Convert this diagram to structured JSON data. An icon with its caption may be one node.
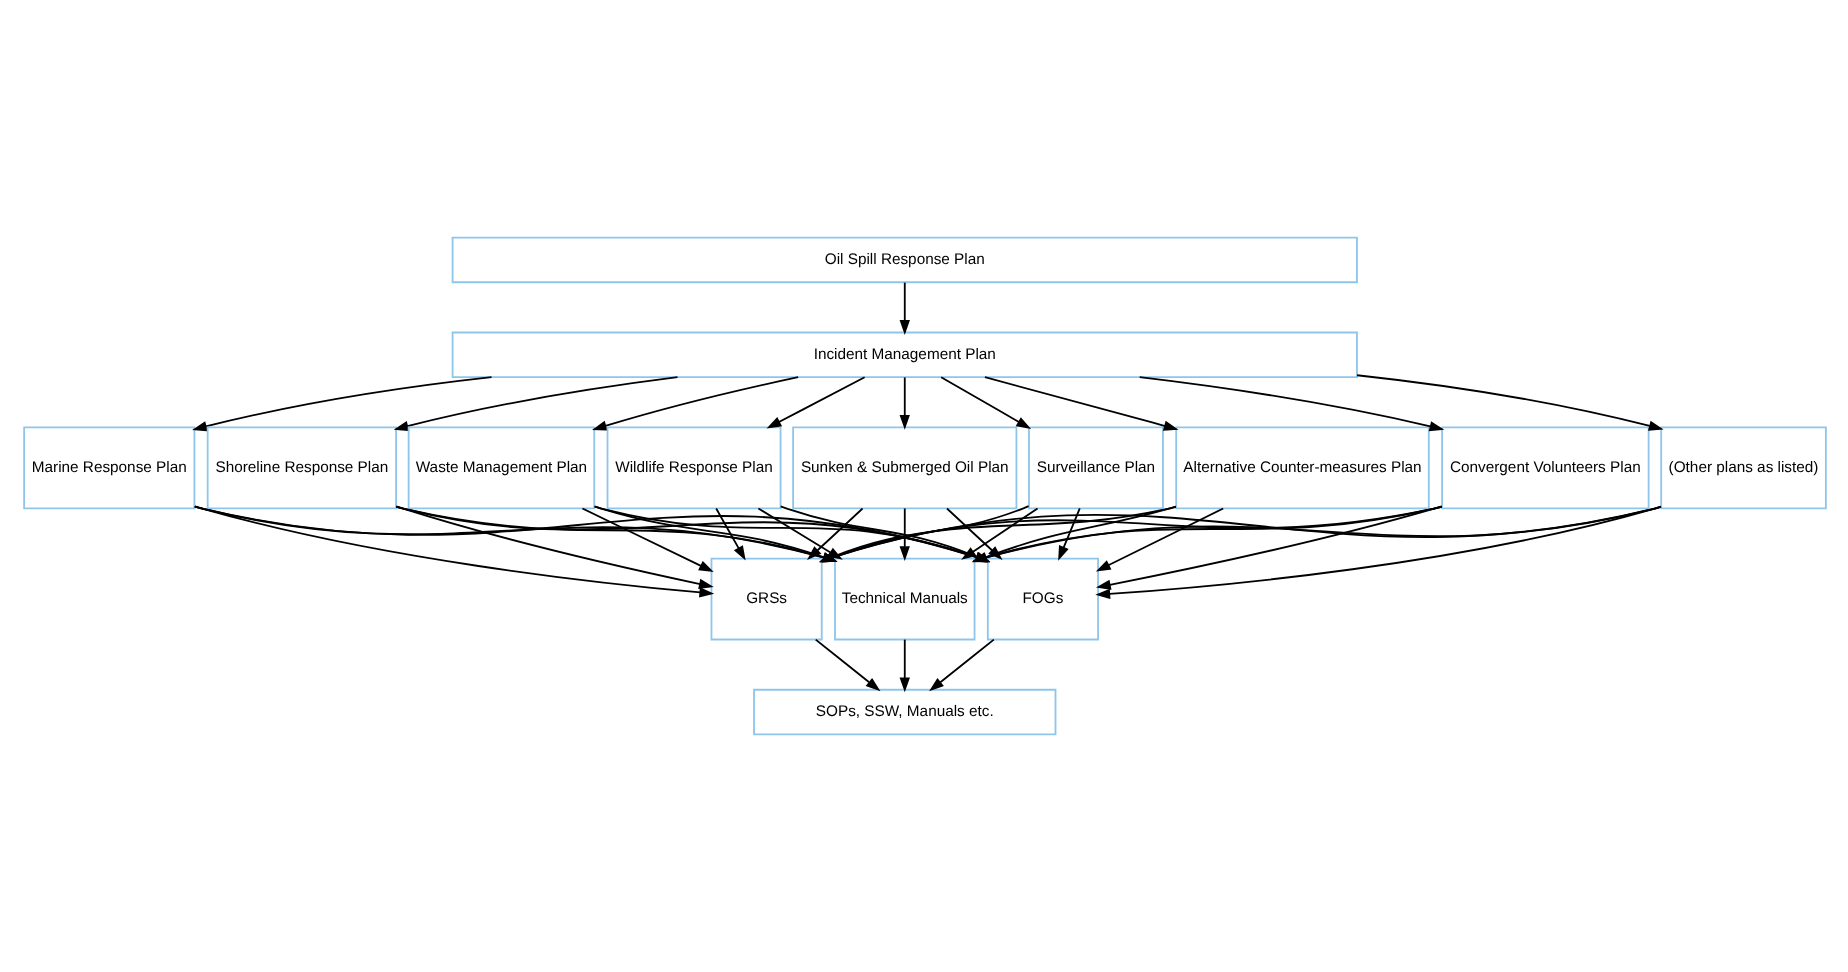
{
  "diagram": {
    "nodes": [
      {
        "text": [
          "Oil Spill Response Plan"
        ]
      },
      {
        "text": [
          "Incident Management Plan"
        ]
      },
      {
        "text": [
          "Marine Response Plan"
        ]
      },
      {
        "text": [
          "Shoreline Response Plan"
        ]
      },
      {
        "text": [
          "Waste Management Plan"
        ]
      },
      {
        "text": [
          "Wildlife Response Plan"
        ]
      },
      {
        "text": [
          "Sunken & Submerged Oil Plan"
        ]
      },
      {
        "text": [
          "Surveillance Plan"
        ]
      },
      {
        "text": [
          "Alternative Counter-measures Plan"
        ]
      },
      {
        "text": [
          "Convergent Volunteers Plan"
        ]
      },
      {
        "text": [
          "(Other plans as listed)"
        ]
      },
      {
        "text": [
          "GRSs"
        ]
      },
      {
        "text": [
          "Technical Manuals"
        ]
      },
      {
        "text": [
          "FOGs"
        ]
      },
      {
        "text": [
          "SOPs, SSW, Manuals etc."
        ]
      }
    ],
    "edges": [
      {
        "from": 0,
        "to": 1,
        "arrow": "to"
      },
      {
        "from": 1,
        "to": 2,
        "arrow": "to"
      },
      {
        "from": 1,
        "to": 3,
        "arrow": "to"
      },
      {
        "from": 1,
        "to": 4,
        "arrow": "to"
      },
      {
        "from": 1,
        "to": 5,
        "arrow": "to"
      },
      {
        "from": 1,
        "to": 6,
        "arrow": "to"
      },
      {
        "from": 1,
        "to": 7,
        "arrow": "to"
      },
      {
        "from": 1,
        "to": 8,
        "arrow": "to"
      },
      {
        "from": 1,
        "to": 9,
        "arrow": "to"
      },
      {
        "from": 1,
        "to": 10,
        "arrow": "to"
      },
      {
        "from": 2,
        "to": 11,
        "arrow": "to"
      },
      {
        "from": 2,
        "to": 12,
        "arrow": "to"
      },
      {
        "from": 2,
        "to": 13,
        "arrow": "to"
      },
      {
        "from": 3,
        "to": 11,
        "arrow": "to"
      },
      {
        "from": 3,
        "to": 12,
        "arrow": "to"
      },
      {
        "from": 3,
        "to": 13,
        "arrow": "to"
      },
      {
        "from": 4,
        "to": 11,
        "arrow": "to"
      },
      {
        "from": 4,
        "to": 12,
        "arrow": "to"
      },
      {
        "from": 4,
        "to": 13,
        "arrow": "to"
      },
      {
        "from": 5,
        "to": 11,
        "arrow": "to"
      },
      {
        "from": 5,
        "to": 12,
        "arrow": "to"
      },
      {
        "from": 5,
        "to": 13,
        "arrow": "to"
      },
      {
        "from": 6,
        "to": 11,
        "arrow": "to"
      },
      {
        "from": 6,
        "to": 12,
        "arrow": "to"
      },
      {
        "from": 6,
        "to": 13,
        "arrow": "to"
      },
      {
        "from": 7,
        "to": 11,
        "arrow": "to"
      },
      {
        "from": 7,
        "to": 12,
        "arrow": "to"
      },
      {
        "from": 7,
        "to": 13,
        "arrow": "to"
      },
      {
        "from": 8,
        "to": 11,
        "arrow": "to"
      },
      {
        "from": 8,
        "to": 12,
        "arrow": "to"
      },
      {
        "from": 8,
        "to": 13,
        "arrow": "to"
      },
      {
        "from": 9,
        "to": 11,
        "arrow": "to"
      },
      {
        "from": 9,
        "to": 12,
        "arrow": "to"
      },
      {
        "from": 9,
        "to": 13,
        "arrow": "to"
      },
      {
        "from": 10,
        "to": 11,
        "arrow": "to"
      },
      {
        "from": 10,
        "to": 12,
        "arrow": "to"
      },
      {
        "from": 10,
        "to": 13,
        "arrow": "to"
      },
      {
        "from": 11,
        "to": 14,
        "arrow": "to"
      },
      {
        "from": 12,
        "to": 14,
        "arrow": "to"
      },
      {
        "from": 13,
        "to": 14,
        "arrow": "to"
      }
    ]
  }
}
